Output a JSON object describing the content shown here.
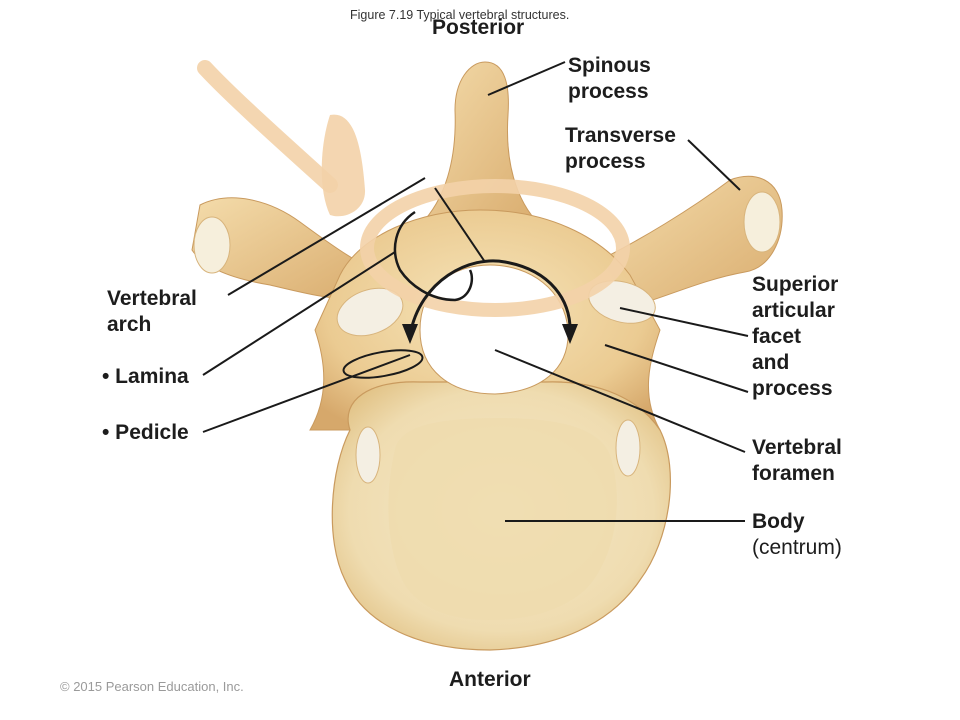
{
  "caption": "Figure 7.19 Typical vertebral structures.",
  "orientation": {
    "top": "Posterior",
    "bottom": "Anterior"
  },
  "labels": {
    "spinous": [
      "Spinous",
      "process"
    ],
    "transverse": [
      "Transverse",
      "process"
    ],
    "arch": [
      "Vertebral",
      "arch"
    ],
    "lamina": "• Lamina",
    "pedicle": "• Pedicle",
    "superior": [
      "Superior",
      "articular",
      "facet",
      "and",
      "process"
    ],
    "foramen": [
      "Vertebral",
      "foramen"
    ],
    "body": "Body",
    "centrum": "(centrum)"
  },
  "copyright": "© 2015 Pearson Education, Inc.",
  "colors": {
    "bone_light": "#f3dcaa",
    "bone_mid": "#e7c489",
    "bone_dark": "#cfa064",
    "body_fill": "#f2e2bd",
    "facet": "#f4efe3",
    "annotation": "#1a1a1a",
    "highlight": "#f1cfa3"
  }
}
